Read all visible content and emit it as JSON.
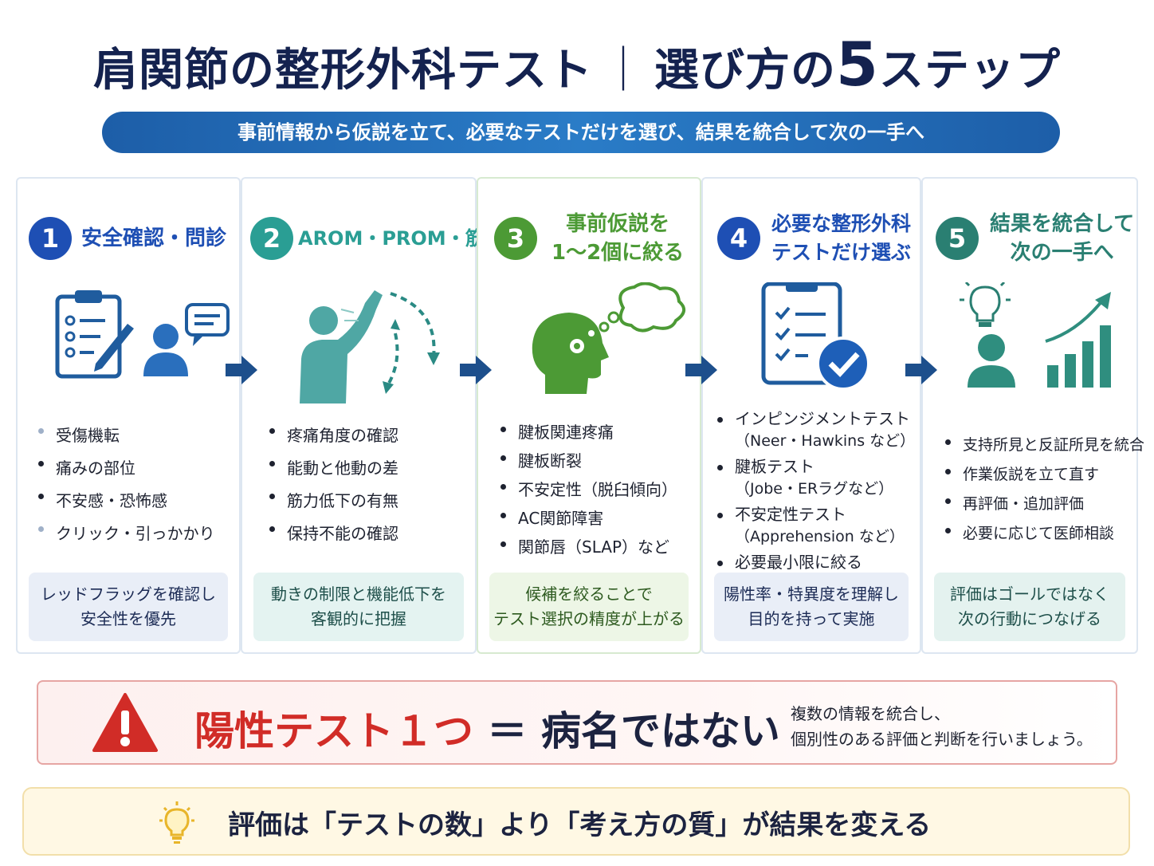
{
  "header": {
    "title_main": "肩関節の整形外科テスト",
    "title_sep": "｜",
    "title_rest": "選び方の",
    "title_num": "5",
    "title_tail": "ステップ",
    "subtitle": "事前情報から仮説を立て、必要なテストだけを選び、結果を統合して次の一手へ"
  },
  "steps": [
    {
      "number": "1",
      "title_line1": "安全確認・問診",
      "title_line2": "",
      "color": "#1e4fb4",
      "bullets": [
        "受傷機転",
        "痛みの部位",
        "不安感・恐怖感",
        "クリック・引っかかり"
      ],
      "note_line1": "レッドフラッグを確認し",
      "note_line2": "安全性を優先"
    },
    {
      "number": "2",
      "title_line1": "AROM・PROM・筋力",
      "title_line2": "",
      "color": "#2a9e94",
      "bullets": [
        "疼痛角度の確認",
        "能動と他動の差",
        "筋力低下の有無",
        "保持不能の確認"
      ],
      "note_line1": "動きの制限と機能低下を",
      "note_line2": "客観的に把握"
    },
    {
      "number": "3",
      "title_line1": "事前仮説を",
      "title_line2": "1～2個に絞る",
      "color": "#4c9a35",
      "bullets": [
        "腱板関連疼痛",
        "腱板断裂",
        "不安定性（脱臼傾向）",
        "AC関節障害",
        "関節唇（SLAP）など"
      ],
      "note_line1": "候補を絞ることで",
      "note_line2": "テスト選択の精度が上がる"
    },
    {
      "number": "4",
      "title_line1": "必要な整形外科",
      "title_line2": "テストだけ選ぶ",
      "color": "#1e4fb4",
      "bullets": [
        {
          "main": "インピンジメントテスト",
          "sub": "（Neer・Hawkins など）"
        },
        {
          "main": "腱板テスト",
          "sub": "（Jobe・ERラグなど）"
        },
        {
          "main": "不安定性テスト",
          "sub": "（Apprehension など）"
        },
        {
          "main": "必要最小限に絞る",
          "sub": ""
        }
      ],
      "note_line1": "陽性率・特異度を理解し",
      "note_line2": "目的を持って実施"
    },
    {
      "number": "5",
      "title_line1": "結果を統合して",
      "title_line2": "次の一手へ",
      "color": "#2a7f72",
      "bullets": [
        "支持所見と反証所見を統合",
        "作業仮説を立て直す",
        "再評価・追加評価",
        "必要に応じて医師相談"
      ],
      "note_line1": "評価はゴールではなく",
      "note_line2": "次の行動につなげる"
    }
  ],
  "warning": {
    "main_red": "陽性テスト１つ",
    "main_dark": " ＝ 病名ではない",
    "sub_line1": "複数の情報を統合し、",
    "sub_line2": "個別性のある評価と判断を行いましょう。"
  },
  "tip": {
    "text": "評価は「テストの数」より「考え方の質」が結果を変える"
  },
  "colors": {
    "navy": "#14224f",
    "blue": "#1e4fb4",
    "teal": "#2a9e94",
    "green": "#4c9a35",
    "dark_teal": "#2a7f72",
    "red": "#d12c27",
    "arrow": "#1d4f8c"
  },
  "icons": [
    "clipboard-icon",
    "person-icon",
    "chat-bubble-icon",
    "arm-raise-icon",
    "head-thought-icon",
    "checklist-icon",
    "checkmark-icon",
    "lightbulb-icon",
    "chart-growth-icon",
    "warning-icon"
  ]
}
